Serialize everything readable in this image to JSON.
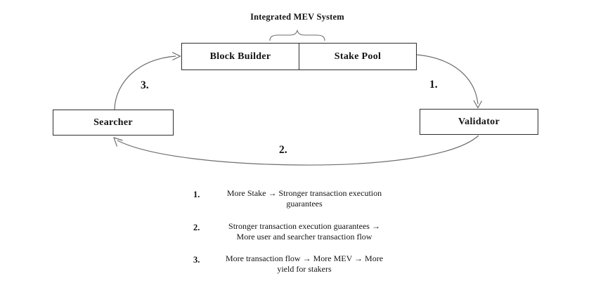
{
  "diagram": {
    "title": "Integrated MEV System",
    "nodes": {
      "block_builder": "Block Builder",
      "stake_pool": "Stake Pool",
      "searcher": "Searcher",
      "validator": "Validator"
    },
    "arrow_labels": {
      "one": "1.",
      "two": "2.",
      "three": "3."
    }
  },
  "legend": {
    "items": [
      {
        "number": "1.",
        "line1": "More Stake → Stronger transaction execution",
        "line2": "guarantees"
      },
      {
        "number": "2.",
        "line1": "Stronger transaction execution guarantees →",
        "line2": "More user and searcher transaction flow"
      },
      {
        "number": "3.",
        "line1": "More transaction flow → More MEV → More",
        "line2": "yield for stakers"
      }
    ]
  },
  "colors": {
    "background": "#ffffff",
    "box_border": "#2e2e2e",
    "arrow": "#6e6e6e",
    "text": "#131313"
  }
}
